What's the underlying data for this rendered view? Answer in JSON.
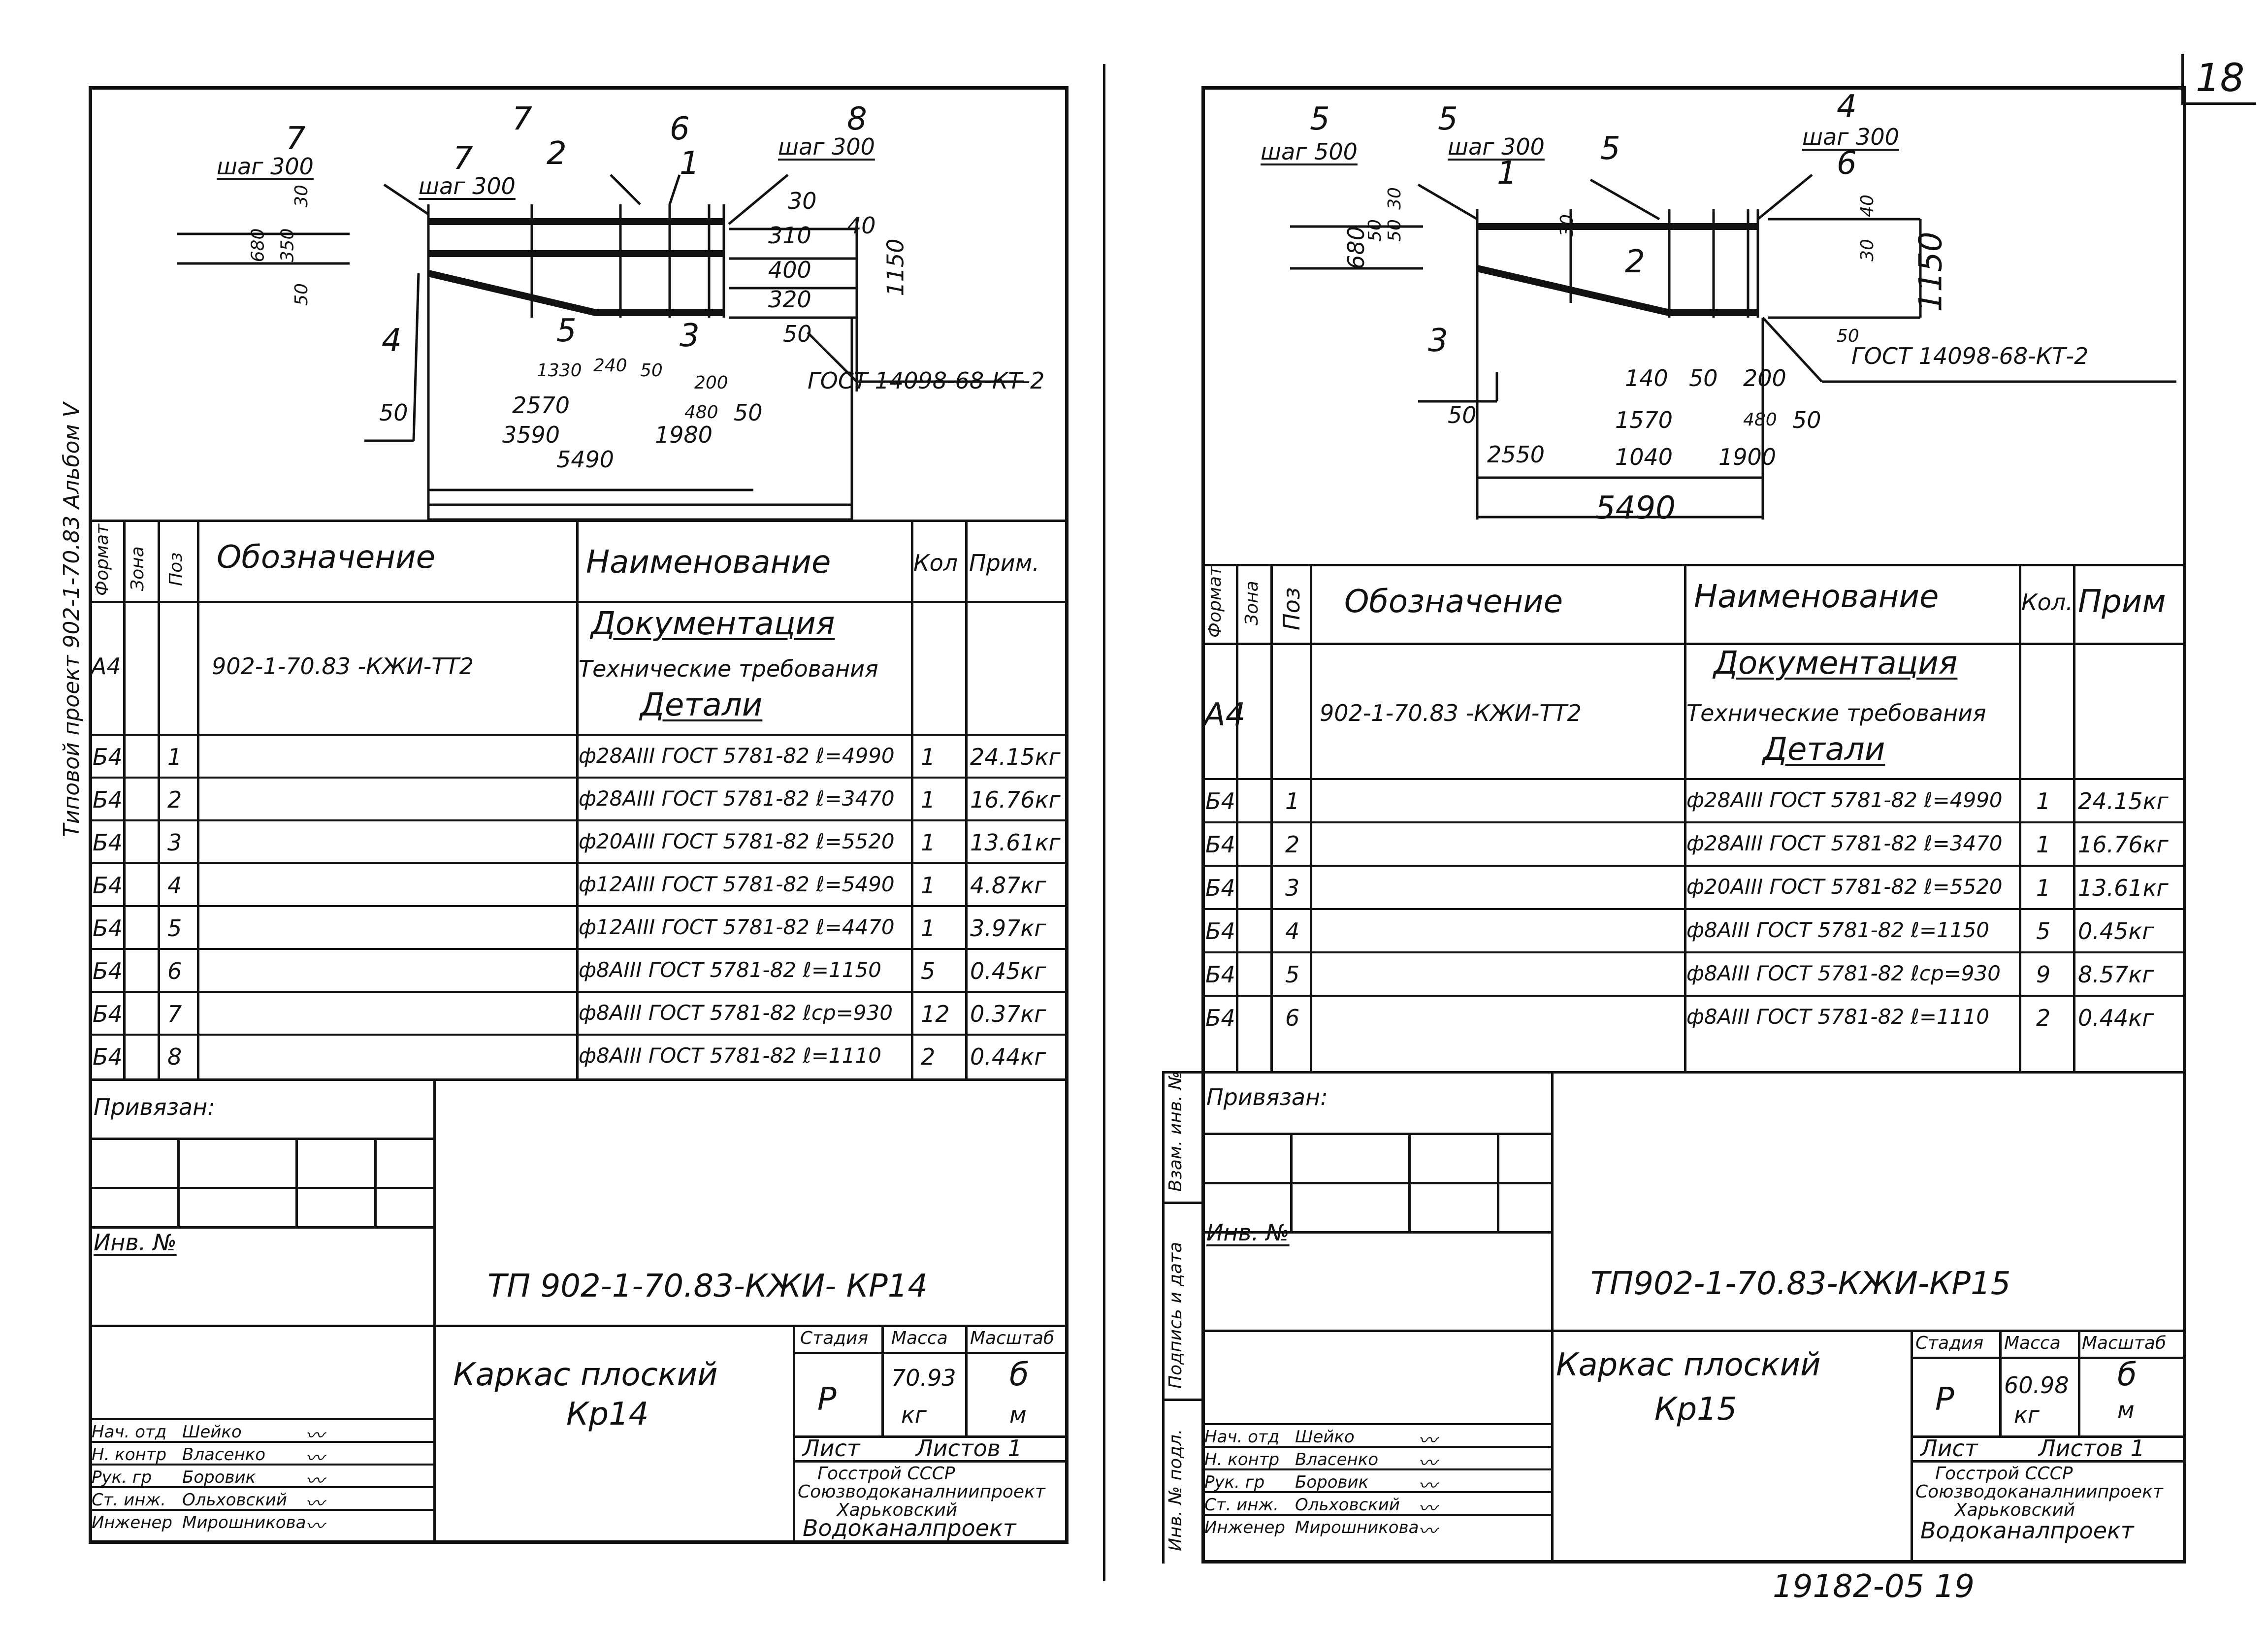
{
  "page_number": "18",
  "bottom_stamp": "19182-05 19",
  "margin_vertical": "Типовой проект 902-1-70.83 Альбом V",
  "left_sheet": {
    "drawing": {
      "labels_top": [
        "7",
        "шаг 300",
        "7",
        "шаг 300",
        "7",
        "2",
        "6",
        "1",
        "8",
        "шаг 300"
      ],
      "dims_right": [
        "30",
        "310",
        "400",
        "320",
        "50",
        "40",
        "1150"
      ],
      "dims_left": [
        "30",
        "680",
        "350",
        "50"
      ],
      "callouts": [
        "4",
        "5",
        "3"
      ],
      "dims_bottom": [
        "50",
        "1330",
        "240",
        "50",
        "200",
        "480",
        "50",
        "2570",
        "3590",
        "1980",
        "5490"
      ],
      "gost": "ГОСТ 14098-68-КТ-2"
    },
    "spec": {
      "headers": [
        "Формат",
        "Зона",
        "Поз",
        "Обозначение",
        "Наименование",
        "Кол",
        "Прим."
      ],
      "section_doc": "Документация",
      "doc_row": {
        "format": "А4",
        "code": "902-1-70.83 -КЖИ-ТТ2",
        "name": "Технические требования"
      },
      "section_parts": "Детали",
      "rows": [
        {
          "format": "Б4",
          "pos": "1",
          "name": "ф28АIII ГОСТ 5781-82 ℓ=4990",
          "qty": "1",
          "note": "24.15кг"
        },
        {
          "format": "Б4",
          "pos": "2",
          "name": "ф28АIII ГОСТ 5781-82 ℓ=3470",
          "qty": "1",
          "note": "16.76кг"
        },
        {
          "format": "Б4",
          "pos": "3",
          "name": "ф20АIII ГОСТ 5781-82 ℓ=5520",
          "qty": "1",
          "note": "13.61кг"
        },
        {
          "format": "Б4",
          "pos": "4",
          "name": "ф12АIII ГОСТ 5781-82 ℓ=5490",
          "qty": "1",
          "note": "4.87кг"
        },
        {
          "format": "Б4",
          "pos": "5",
          "name": "ф12АIII ГОСТ 5781-82 ℓ=4470",
          "qty": "1",
          "note": "3.97кг"
        },
        {
          "format": "Б4",
          "pos": "6",
          "name": "ф8АIII ГОСТ 5781-82 ℓ=1150",
          "qty": "5",
          "note": "0.45кг"
        },
        {
          "format": "Б4",
          "pos": "7",
          "name": "ф8АIII ГОСТ 5781-82 ℓср=930",
          "qty": "12",
          "note": "0.37кг"
        },
        {
          "format": "Б4",
          "pos": "8",
          "name": "ф8АIII ГОСТ 5781-82 ℓ=1110",
          "qty": "2",
          "note": "0.44кг"
        }
      ]
    },
    "title_block": {
      "privyazan": "Привязан:",
      "inv": "Инв. №",
      "doc_code": "ТП 902-1-70.83-КЖИ- КР14",
      "name_line1": "Каркас плоский",
      "name_line2": "Кр14",
      "h_stage": "Стадия",
      "h_mass": "Масса",
      "h_scale": "Масштаб",
      "stage": "Р",
      "mass": "70.93",
      "mass_unit": "кг",
      "scale_top": "б",
      "scale_bottom": "м",
      "sheet": "Лист",
      "sheets": "Листов 1",
      "org1": "Госстрой СССР",
      "org2": "Союзводоканалниипроект",
      "org3": "Харьковский",
      "org4": "Водоканалпроект",
      "signers": [
        {
          "role": "Нач. отд",
          "name": "Шейко"
        },
        {
          "role": "Н. контр",
          "name": "Власенко"
        },
        {
          "role": "Рук. гр",
          "name": "Боровик"
        },
        {
          "role": "Ст. инж.",
          "name": "Ольховский"
        },
        {
          "role": "Инженер",
          "name": "Мирошникова"
        }
      ]
    }
  },
  "right_sheet": {
    "drawing": {
      "labels_top": [
        "5",
        "шаг 500",
        "5",
        "шаг 300",
        "5",
        "4",
        "шаг 300",
        "6",
        "1",
        "2"
      ],
      "dims_right": [
        "40",
        "30",
        "1150",
        "50"
      ],
      "dims_left": [
        "50",
        "30",
        "680",
        "50",
        "30"
      ],
      "callouts": [
        "3"
      ],
      "dims_bottom": [
        "50",
        "140",
        "50",
        "200",
        "1570",
        "480",
        "50",
        "2550",
        "1040",
        "1900",
        "5490"
      ],
      "gost": "ГОСТ 14098-68-КТ-2"
    },
    "spec": {
      "headers": [
        "Формат",
        "Зона",
        "Поз",
        "Обозначение",
        "Наименование",
        "Кол.",
        "Прим"
      ],
      "section_doc": "Документация",
      "doc_row": {
        "format": "А4",
        "code": "902-1-70.83 -КЖИ-ТТ2",
        "name": "Технические требования"
      },
      "section_parts": "Детали",
      "rows": [
        {
          "format": "Б4",
          "pos": "1",
          "name": "ф28АIII ГОСТ 5781-82 ℓ=4990",
          "qty": "1",
          "note": "24.15кг"
        },
        {
          "format": "Б4",
          "pos": "2",
          "name": "ф28АIII ГОСТ 5781-82 ℓ=3470",
          "qty": "1",
          "note": "16.76кг"
        },
        {
          "format": "Б4",
          "pos": "3",
          "name": "ф20АIII ГОСТ 5781-82 ℓ=5520",
          "qty": "1",
          "note": "13.61кг"
        },
        {
          "format": "Б4",
          "pos": "4",
          "name": "ф8АIII ГОСТ 5781-82 ℓ=1150",
          "qty": "5",
          "note": "0.45кг"
        },
        {
          "format": "Б4",
          "pos": "5",
          "name": "ф8АIII ГОСТ 5781-82 ℓср=930",
          "qty": "9",
          "note": "8.57кг"
        },
        {
          "format": "Б4",
          "pos": "6",
          "name": "ф8АIII ГОСТ 5781-82 ℓ=1110",
          "qty": "2",
          "note": "0.44кг"
        }
      ]
    },
    "side_stamps": [
      "Инв. № подл.",
      "Подпись и дата",
      "Взам. инв. №"
    ],
    "title_block": {
      "privyazan": "Привязан:",
      "inv": "Инв. №",
      "doc_code": "ТП902-1-70.83-КЖИ-КР15",
      "name_line1": "Каркас плоский",
      "name_line2": "Кр15",
      "h_stage": "Стадия",
      "h_mass": "Масса",
      "h_scale": "Масштаб",
      "stage": "Р",
      "mass": "60.98",
      "mass_unit": "кг",
      "scale_top": "б",
      "scale_bottom": "м",
      "sheet": "Лист",
      "sheets": "Листов 1",
      "org1": "Госстрой СССР",
      "org2": "Союзводоканалниипроект",
      "org3": "Харьковский",
      "org4": "Водоканалпроект",
      "signers": [
        {
          "role": "Нач. отд",
          "name": "Шейко"
        },
        {
          "role": "Н. контр",
          "name": "Власенко"
        },
        {
          "role": "Рук. гр",
          "name": "Боровик"
        },
        {
          "role": "Ст. инж.",
          "name": "Ольховский"
        },
        {
          "role": "Инженер",
          "name": "Мирошникова"
        }
      ]
    }
  }
}
